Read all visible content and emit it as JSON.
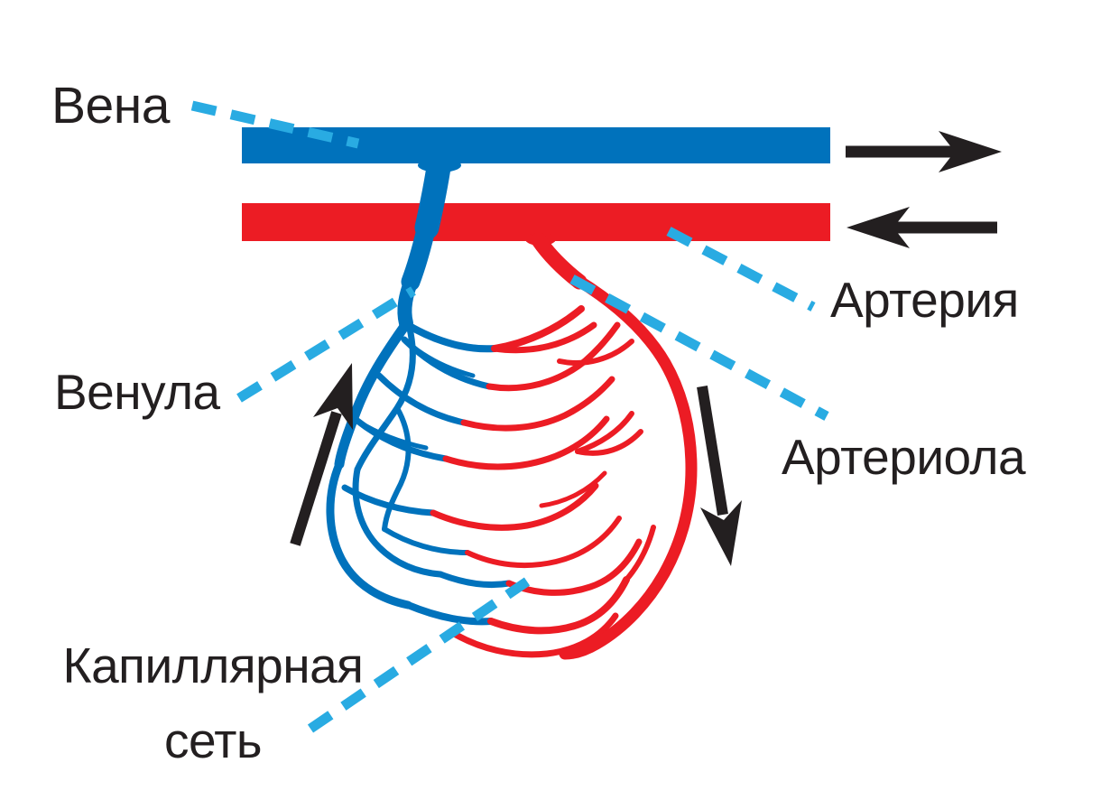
{
  "diagram": {
    "description": "Blood microcirculation scheme: vein and artery with a capillary network between venule and arteriole",
    "labels": {
      "vein": "Вена",
      "artery": "Артерия",
      "venule": "Венула",
      "arteriole": "Артериола",
      "capillary_line1": "Капиллярная",
      "capillary_line2": "сеть"
    },
    "flow_arrows": {
      "vein_outflow": "right",
      "artery_inflow": "left",
      "venule_flow": "up",
      "arteriole_flow": "down"
    }
  },
  "colors": {
    "vein-blue": "#0072BC",
    "artery-red": "#EC1C24",
    "callout-cyan": "#29ABE2",
    "ink-black": "#231F20",
    "background": "#FFFFFF"
  }
}
